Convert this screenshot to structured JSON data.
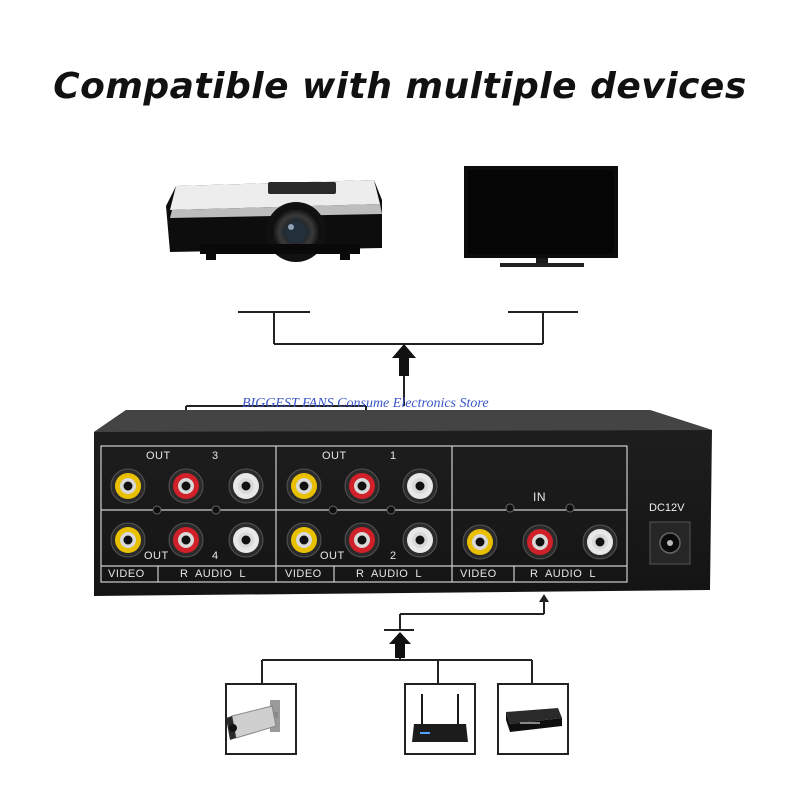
{
  "title": "Compatible with multiple devices",
  "watermark": "BIGGEST FANS Consume Electronics Store",
  "splitter": {
    "out_groups": [
      {
        "label": "OUT",
        "number": "3"
      },
      {
        "label": "OUT",
        "number": "1"
      },
      {
        "label": "OUT",
        "number": "4"
      },
      {
        "label": "OUT",
        "number": "2"
      }
    ],
    "in_label": "IN",
    "power_label": "DC12V",
    "bottom_labels": [
      {
        "video": "VIDEO",
        "audio": "R  AUDIO  L"
      },
      {
        "video": "VIDEO",
        "audio": "R  AUDIO  L"
      },
      {
        "video": "VIDEO",
        "audio": "R  AUDIO  L"
      }
    ]
  },
  "devices": {
    "outputs": [
      "projector",
      "television"
    ],
    "inputs": [
      "security-camera",
      "wifi-router",
      "dvd-player"
    ]
  },
  "colors": {
    "video_jack": "#e8c000",
    "audio_right_jack": "#d0202a",
    "audio_left_jack": "#e8e8e8",
    "device_body": "#1a1a1a",
    "panel_border": "#cfcfcf",
    "watermark": "#3a55c9"
  }
}
